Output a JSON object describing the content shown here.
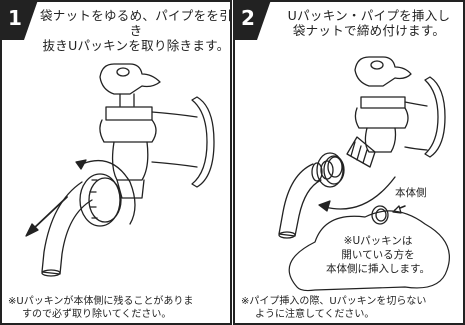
{
  "steps": [
    {
      "number": "1",
      "heading_line1": "袋ナットをゆるめ、パイプをを引き",
      "heading_line2": "抜きUパッキンを取り除きます。",
      "note_line1": "※Uパッキンが本体側に残ることがありま",
      "note_line2": "すので必ず取り除いてください。"
    },
    {
      "number": "2",
      "heading_line1": "Uパッキン・パイプを挿入し",
      "heading_line2": "袋ナットで締め付けます。",
      "side_label": "本体側",
      "callout_line1": "※Uパッキンは",
      "callout_line2": "開いている方を",
      "callout_line3": "本体側に挿入します。",
      "note_line1": "※パイプ挿入の際、Uパッキンを切らない",
      "note_line2": "ように注意してください。"
    }
  ],
  "colors": {
    "badge": "#222222",
    "line": "#222222"
  }
}
